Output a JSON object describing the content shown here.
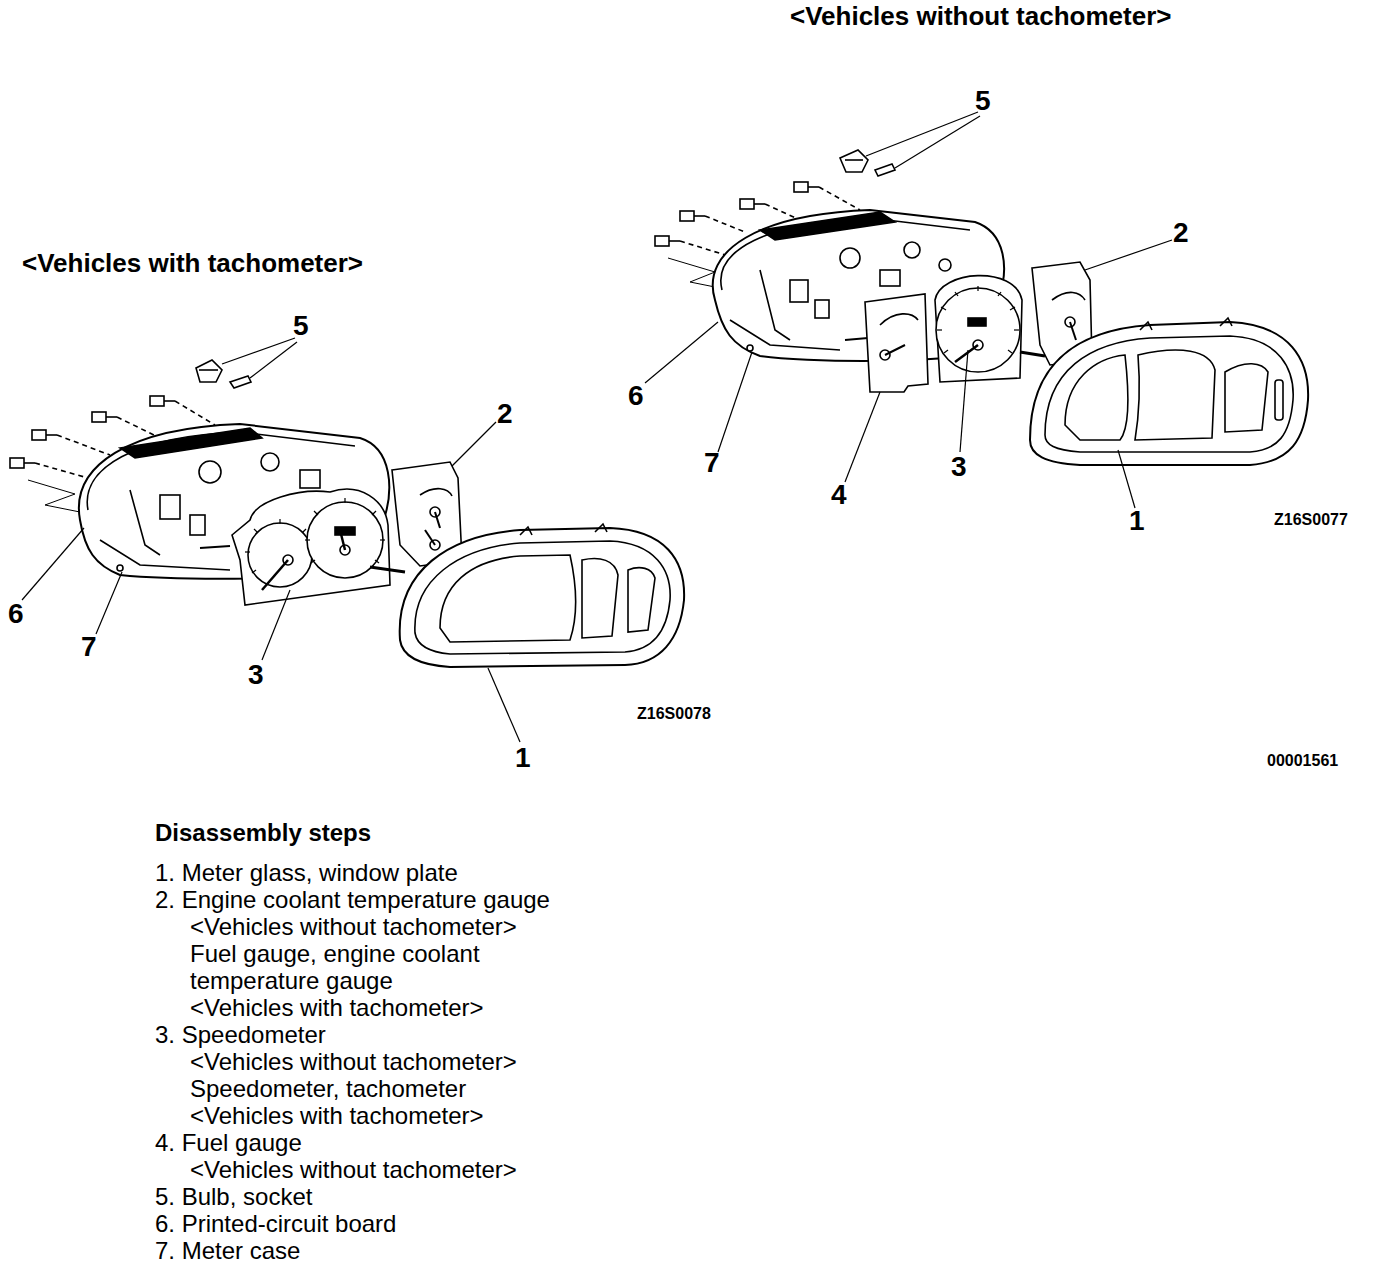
{
  "diagram": {
    "labels": [
      "<Vehicles without tachometer>",
      "5",
      "2",
      "<Vehicles with tachometer>",
      "5",
      "2",
      "6",
      "7",
      "4",
      "3",
      "1",
      "Z16S0077",
      "6",
      "7",
      "3",
      "Z16S0078",
      "1",
      "00001561",
      "Disassembly steps",
      "1. Meter glass, window plate",
      "2. Engine coolant temperature gauge",
      "<Vehicles without tachometer>",
      "Fuel gauge, engine coolant temperature gauge",
      "<Vehicles with tachometer>",
      "3. Speedometer",
      "<Vehicles without tachometer>",
      "Speedometer, tachometer",
      "<Vehicles with tachometer>",
      "4. Fuel gauge",
      "<Vehicles without tachometer>",
      "5. Bulb, socket",
      "6. Printed-circuit board",
      "7. Meter case"
    ]
  }
}
